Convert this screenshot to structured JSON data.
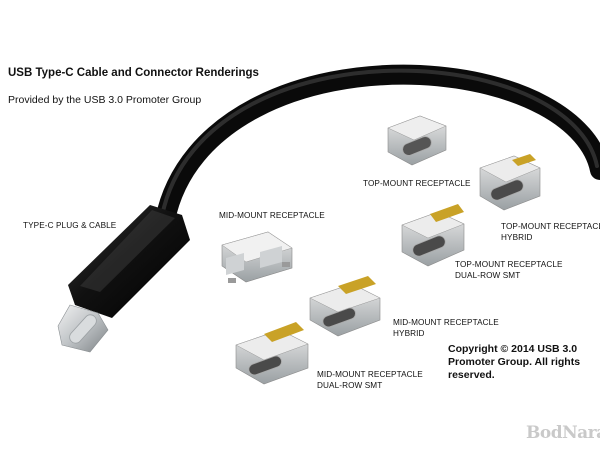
{
  "title": "USB Type-C Cable and Connector Renderings",
  "subtitle": "Provided by the USB 3.0 Promoter Group",
  "labels": {
    "plug_cable": "TYPE-C PLUG & CABLE",
    "mid_mount": "MID-MOUNT RECEPTACLE",
    "top_mount": "TOP-MOUNT RECEPTACLE",
    "top_mount_hybrid_line1": "TOP-MOUNT RECEPTACLE",
    "top_mount_hybrid_line2": "HYBRID",
    "top_mount_dual_line1": "TOP-MOUNT RECEPTACLE",
    "top_mount_dual_line2": "DUAL-ROW SMT",
    "mid_mount_hybrid_line1": "MID-MOUNT RECEPTACLE",
    "mid_mount_hybrid_line2": "HYBRID",
    "mid_mount_dual_line1": "MID-MOUNT RECEPTACLE",
    "mid_mount_dual_line2": "DUAL-ROW SMT"
  },
  "copyright": {
    "line1": "Copyright © 2014 USB 3.0",
    "line2": "Promoter Group. All rights",
    "line3": "reserved."
  },
  "watermark": "BodNara"
}
